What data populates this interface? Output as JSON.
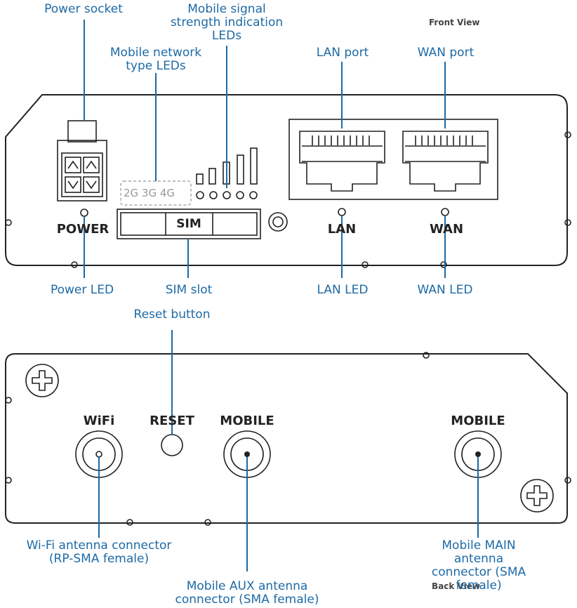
{
  "views": {
    "front": "Front View",
    "back": "Back View"
  },
  "front": {
    "labels": {
      "power": "POWER",
      "sim": "SIM",
      "lan": "LAN",
      "wan": "WAN",
      "network_types": "2G 3G 4G"
    },
    "callouts": {
      "power_socket": "Power socket",
      "signal_leds": "Mobile signal\nstrength indication\nLEDs",
      "network_leds": "Mobile network\ntype LEDs",
      "lan_port": "LAN port",
      "wan_port": "WAN port",
      "power_led": "Power LED",
      "sim_slot": "SIM slot",
      "lan_led": "LAN LED",
      "wan_led": "WAN LED"
    }
  },
  "back": {
    "labels": {
      "wifi": "WiFi",
      "reset": "RESET",
      "mobile_aux": "MOBILE",
      "mobile_main": "MOBILE"
    },
    "callouts": {
      "reset_button": "Reset button",
      "wifi_connector": "Wi-Fi antenna connector\n(RP-SMA female)",
      "mobile_aux": "Mobile AUX antenna\nconnector (SMA female)",
      "mobile_main": "Mobile MAIN antenna\nconnector (SMA female)"
    }
  },
  "colors": {
    "callout": "#1d6aa5",
    "outline": "#222222"
  }
}
